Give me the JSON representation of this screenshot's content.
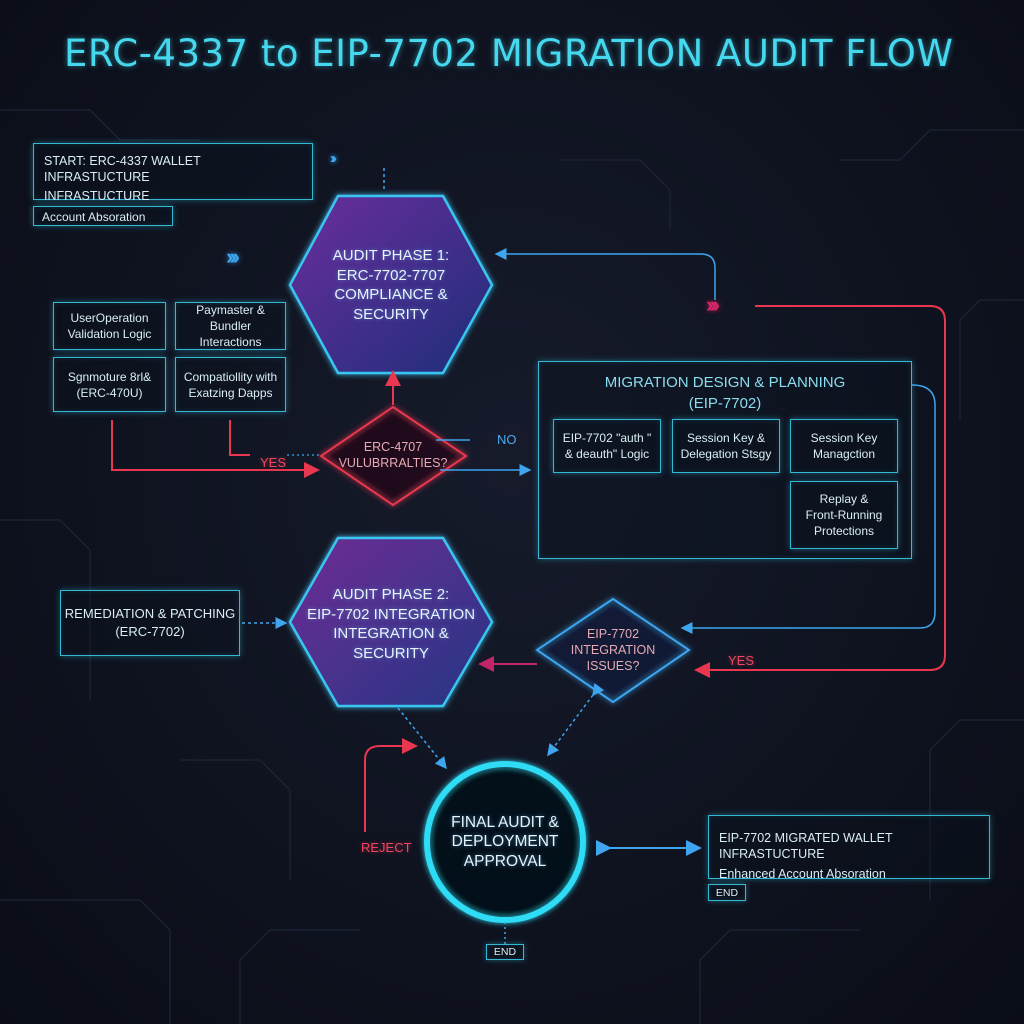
{
  "title": "ERC-4337 to EIP-7702 MIGRATION AUDIT FLOW",
  "start": {
    "line1": "START: ERC-4337 WALLET INFRASTUCTURE",
    "line2": "INFRASTUCTURE",
    "tag": "Account Absoration"
  },
  "audit_phase_1": {
    "lines": [
      "AUDIT PHASE 1:",
      "ERC-7702-7707",
      "COMPLIANCE &",
      "SECURITY"
    ]
  },
  "left_boxes": {
    "userop": [
      "UserOperation",
      "Validation Logic"
    ],
    "paymaster": [
      "Paymaster & Bundler",
      "Interactions"
    ],
    "signature": [
      "Sgnmoture 8rl&",
      "(ERC-470U)"
    ],
    "compat": [
      "Compatiollity with",
      "Exatzing Dapps"
    ]
  },
  "decision_1": {
    "lines": [
      "ERC-4707",
      "VULUBRRALTIES?"
    ],
    "yes_label": "YES",
    "no_label": "NO"
  },
  "migration": {
    "title": "MIGRATION DESIGN & PLANNING",
    "subtitle": "(EIP-7702)",
    "cards": {
      "auth": [
        "EIP-7702 \"auth \"",
        "& deauth\" Logic"
      ],
      "session_delegation": [
        "Session Key &",
        "Delegation Stsgy"
      ],
      "session_mgmt": [
        "Session Key",
        "Managction"
      ],
      "replay": [
        "Replay &",
        "Front-Running",
        "Protections"
      ]
    }
  },
  "remediation": {
    "line1": "REMEDIATION & PATCHING",
    "line2": "(ERC-7702)"
  },
  "audit_phase_2": {
    "lines": [
      "AUDIT PHASE 2:",
      "EIP-7702 INTEGRATION",
      "INTEGRATION &",
      "SECURITY"
    ]
  },
  "decision_2": {
    "lines": [
      "EIP-7702",
      "INTEGRATION",
      "ISSUES?"
    ],
    "yes_label": "YES"
  },
  "final": {
    "lines": [
      "FINAL AUDIT &",
      "DEPLOYMENT",
      "APPROVAL"
    ],
    "reject_label": "REJECT",
    "end_label": "END"
  },
  "migrated": {
    "line1": "EIP-7702 MIGRATED WALLET INFRASTUCTURE",
    "line2": "Enhanced Account Absoration",
    "end_label": "END"
  },
  "colors": {
    "background": "#0f1320",
    "cyan": "#33b8d4",
    "blue": "#3ea5ee",
    "red": "#e8374f",
    "magenta": "#c0246a",
    "purple_fill": "#5a2b8f"
  },
  "icons": {
    "chevrons": "triple-chevron-right"
  }
}
